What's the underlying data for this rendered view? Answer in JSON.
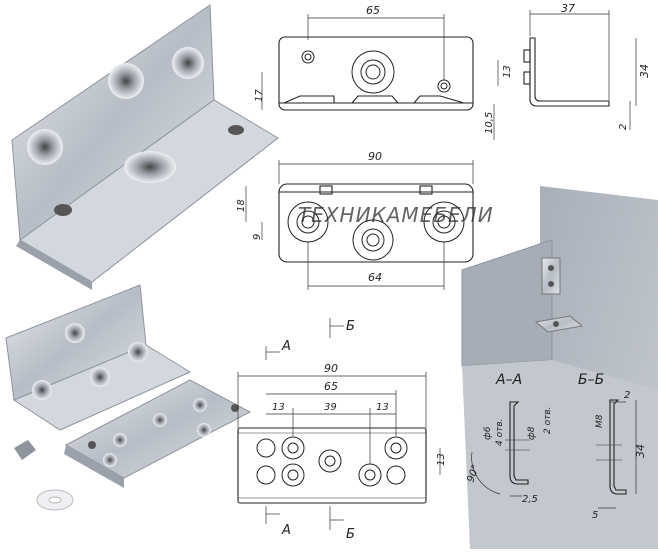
{
  "watermark": "ТЕХНИКАМЕБЕЛИ",
  "top_view": {
    "dim_width": "65",
    "dim_height_left": "17",
    "dim_right": "13",
    "dim_bottom": "10,5"
  },
  "side_view": {
    "dim_width": "37",
    "dim_height": "34",
    "dim_thickness": "2"
  },
  "bottom_view": {
    "dim_width": "90",
    "dim_height_1": "18",
    "dim_height_2": "9",
    "dim_spacing": "64"
  },
  "plate_view": {
    "cut_a": "А",
    "cut_b": "Б",
    "dim_total": "90",
    "dim_inner": "65",
    "dim_left": "13",
    "dim_mid": "39",
    "dim_right": "13",
    "dim_side": "13"
  },
  "section_aa": {
    "title": "А–А",
    "d6": "ф6",
    "holes4": "4 отв.",
    "d8": "ф8",
    "holes2": "2 отв.",
    "angle": "90°",
    "dim_bottom": "2,5"
  },
  "section_bb": {
    "title": "Б–Б",
    "m8": "М8",
    "dim_top": "2",
    "dim_height": "34",
    "dim_bottom": "5"
  },
  "colors": {
    "metal": "#c9ced6",
    "metal_dark": "#8d949e",
    "wood": "#b9bec7",
    "line": "#222222"
  }
}
